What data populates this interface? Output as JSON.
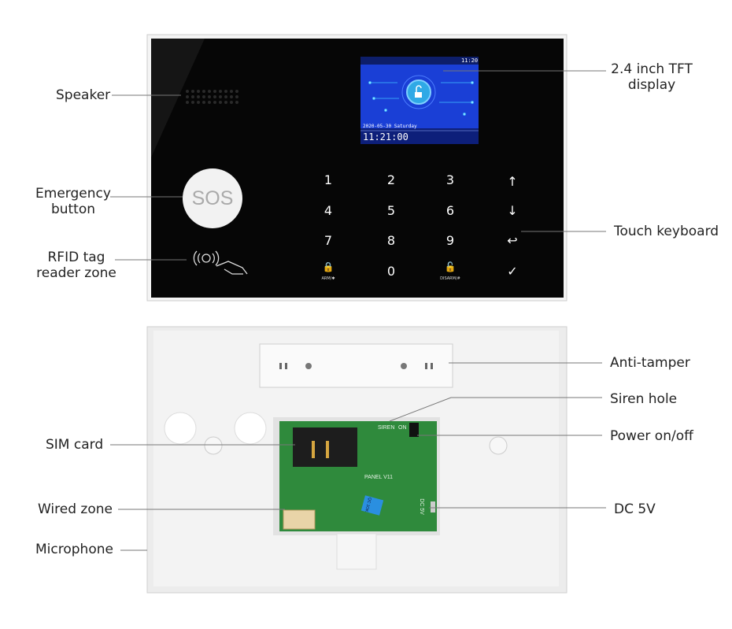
{
  "labels": {
    "speaker": "Speaker",
    "display_line1": "2.4 inch TFT",
    "display_line2": "display",
    "emergency_line1": "Emergency",
    "emergency_line2": "button",
    "rfid_line1": "RFID tag",
    "rfid_line2": "reader zone",
    "touch_keyboard": "Touch keyboard",
    "anti_tamper": "Anti-tamper",
    "siren_hole": "Siren hole",
    "power": "Power on/off",
    "sim_card": "SIM card",
    "wired_zone": "Wired zone",
    "dc": "DC 5V",
    "microphone": "Microphone"
  },
  "device": {
    "sos": "SOS",
    "screen": {
      "time_small": "11:20",
      "date": "2020-05-30 Saturday",
      "clock": "11:21:00"
    },
    "keys": [
      "1",
      "2",
      "3",
      "↑",
      "4",
      "5",
      "6",
      "↓",
      "7",
      "8",
      "9",
      "↩",
      "",
      "0",
      "",
      "✓"
    ],
    "arm_label": "ARM/✱",
    "disarm_label": "DISARM/#",
    "pcb": {
      "siren": "SIREN",
      "on": "ON",
      "panel": "PANEL V11",
      "dc": "DC 5V",
      "qc": "QC 1OK"
    }
  },
  "colors": {
    "panel_black": "#060606",
    "screen_blue": "#1a3fd6",
    "pcb_green": "#2f8a3c",
    "back_gray": "#ececec"
  }
}
